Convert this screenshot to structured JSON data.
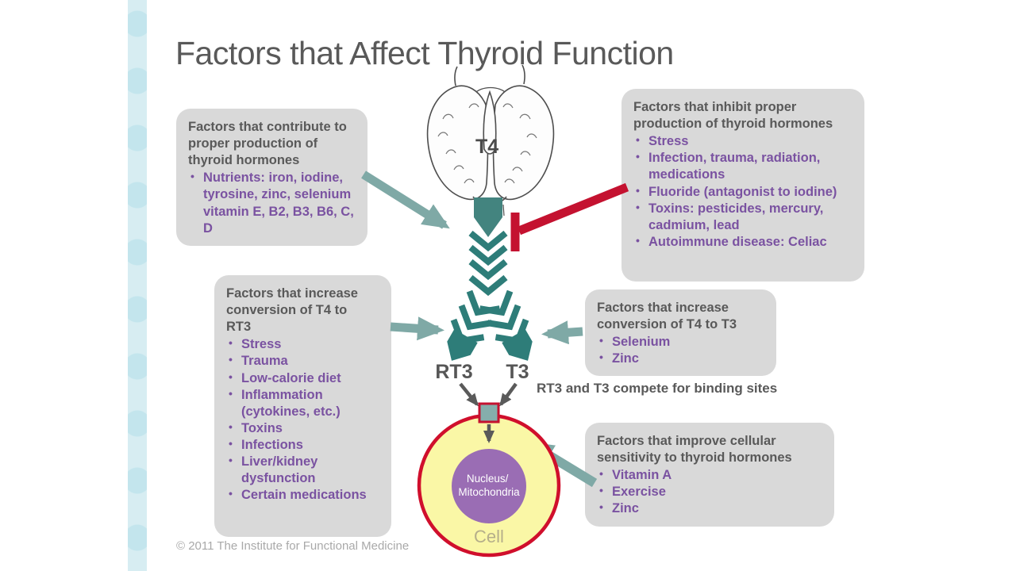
{
  "slide": {
    "title": "Factors that Affect Thyroid Function",
    "copyright": "© 2011 The Institute for Functional Medicine"
  },
  "diagram": {
    "thyroid_hormone_label": "T4",
    "rt3_label": "RT3",
    "t3_label": "T3",
    "compete_note": "RT3 and T3 compete for binding sites",
    "nucleus_line1": "Nucleus/",
    "nucleus_line2": "Mitochondria",
    "cell_label": "Cell"
  },
  "boxes": {
    "contribute": {
      "header": "Factors that contribute to proper production of thyroid hormones",
      "bullets": [
        "Nutrients:  iron, iodine, tyrosine, zinc, selenium vitamin E, B2, B3, B6, C, D"
      ]
    },
    "inhibit": {
      "header": "Factors that inhibit proper production of thyroid hormones",
      "bullets": [
        "Stress",
        "Infection, trauma, radiation, medications",
        "Fluoride (antagonist to iodine)",
        "Toxins: pesticides, mercury, cadmium, lead",
        "Autoimmune disease: Celiac"
      ]
    },
    "increase_rt3": {
      "header": "Factors that increase conversion of T4 to RT3",
      "bullets": [
        "Stress",
        "Trauma",
        "Low-calorie diet",
        "Inflammation (cytokines, etc.)",
        "Toxins",
        "Infections",
        "Liver/kidney dysfunction",
        "Certain medications"
      ]
    },
    "increase_t3": {
      "header": "Factors that increase conversion of T4 to T3",
      "bullets": [
        "Selenium",
        "Zinc"
      ]
    },
    "sensitivity": {
      "header": "Factors that improve cellular sensitivity to thyroid hormones",
      "bullets": [
        "Vitamin A",
        "Exercise",
        "Zinc"
      ]
    }
  },
  "colors": {
    "accent_teal_light": "#7fa9a6",
    "accent_teal_dark": "#2e7d79",
    "inhibit_red": "#c41230",
    "bullet_purple": "#7a52a1",
    "text_gray": "#595959",
    "box_gray": "#d9d9d9",
    "cell_yellow": "#faf7a6",
    "cell_border_red": "#d00f2c",
    "nucleus_purple": "#9a6db4",
    "sidebar_blue": "#d7edf2"
  }
}
